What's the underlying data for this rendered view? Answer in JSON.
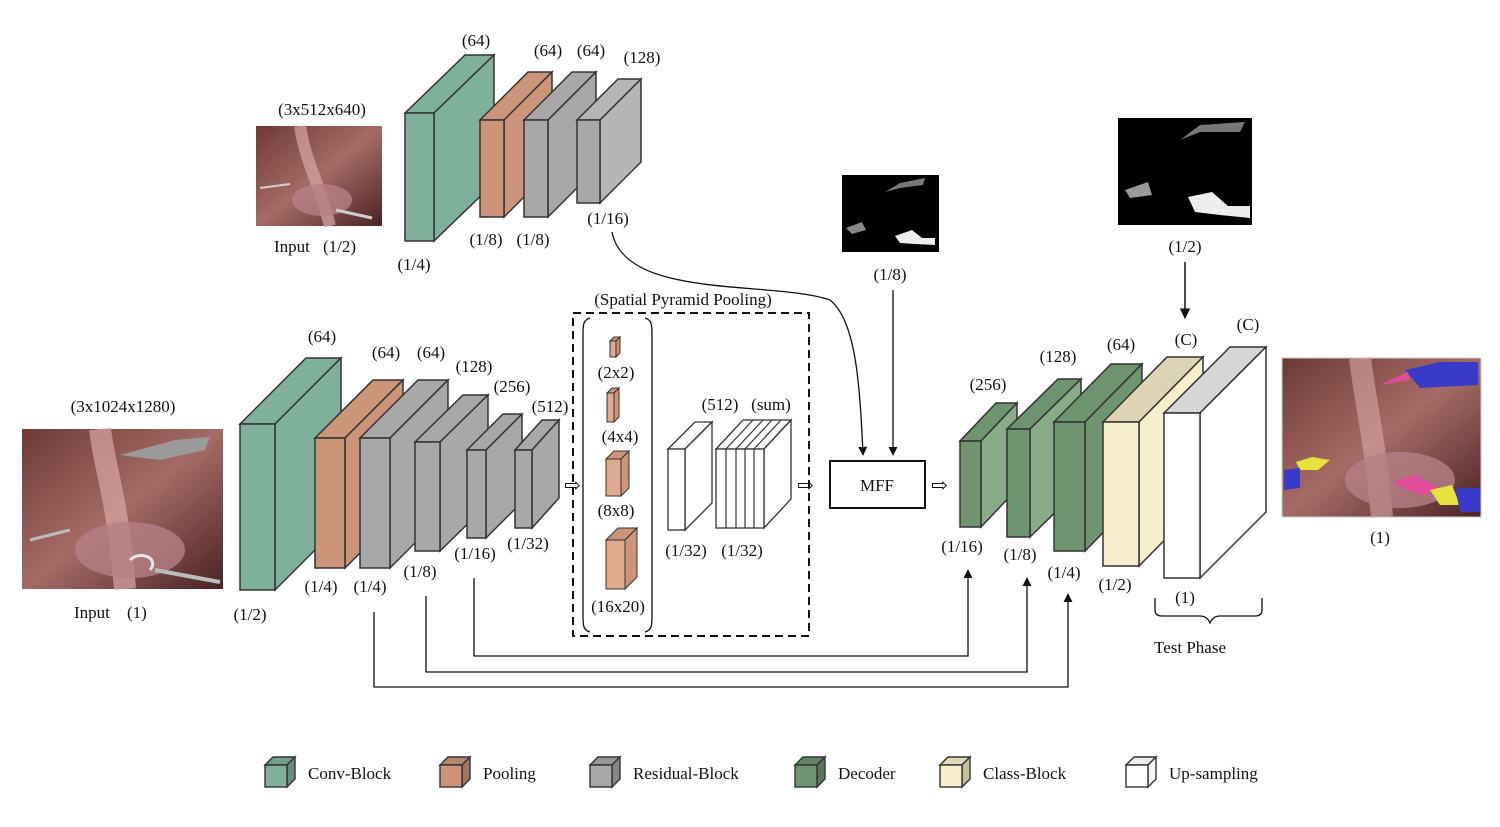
{
  "top_branch": {
    "input_size": "(3x512x640)",
    "input_label": "Input",
    "input_scale": "(1/2)",
    "channels": [
      "(64)",
      "(64)",
      "(64)",
      "(128)"
    ],
    "scales": [
      "(1/4)",
      "(1/8)",
      "(1/8)",
      "(1/16)"
    ]
  },
  "main_branch": {
    "input_size": "(3x1024x1280)",
    "input_label": "Input",
    "input_scale": "(1)",
    "channels": [
      "(64)",
      "(64)",
      "(64)",
      "(128)",
      "(256)",
      "(512)"
    ],
    "scales": [
      "(1/2)",
      "(1/4)",
      "(1/4)",
      "(1/8)",
      "(1/16)",
      "(1/32)"
    ]
  },
  "spp": {
    "title": "(Spatial Pyramid Pooling)",
    "pool_sizes": [
      "(2x2)",
      "(4x4)",
      "(8x8)",
      "(16x20)"
    ],
    "conv_channels": "(512)",
    "sum_label": "(sum)",
    "conv_scale": "(1/32)",
    "sum_scale": "(1/32)"
  },
  "mff": {
    "label": "MFF",
    "aux_mask_scale": "(1/8)"
  },
  "decoder": {
    "channels": [
      "(256)",
      "(128)",
      "(64)",
      "(C)",
      "(C)"
    ],
    "scales": [
      "(1/16)",
      "(1/8)",
      "(1/4)",
      "(1/2)",
      "(1)"
    ],
    "aux_mask_scale": "(1/2)",
    "test_phase": "Test Phase",
    "output_scale": "(1)"
  },
  "colors": {
    "conv_block": "#7fb09c",
    "pooling": "#cc9478",
    "residual_block": "#a8a8a8",
    "decoder": "#6f9470",
    "class_block": "#f7efcc",
    "upsampling": "#ffffff"
  },
  "legend": [
    {
      "label": "Conv-Block",
      "color": "#7fb09c"
    },
    {
      "label": "Pooling",
      "color": "#cc9478"
    },
    {
      "label": "Residual-Block",
      "color": "#a8a8a8"
    },
    {
      "label": "Decoder",
      "color": "#6f9470"
    },
    {
      "label": "Class-Block",
      "color": "#f7efcc"
    },
    {
      "label": "Up-sampling",
      "color": "#ffffff"
    }
  ]
}
